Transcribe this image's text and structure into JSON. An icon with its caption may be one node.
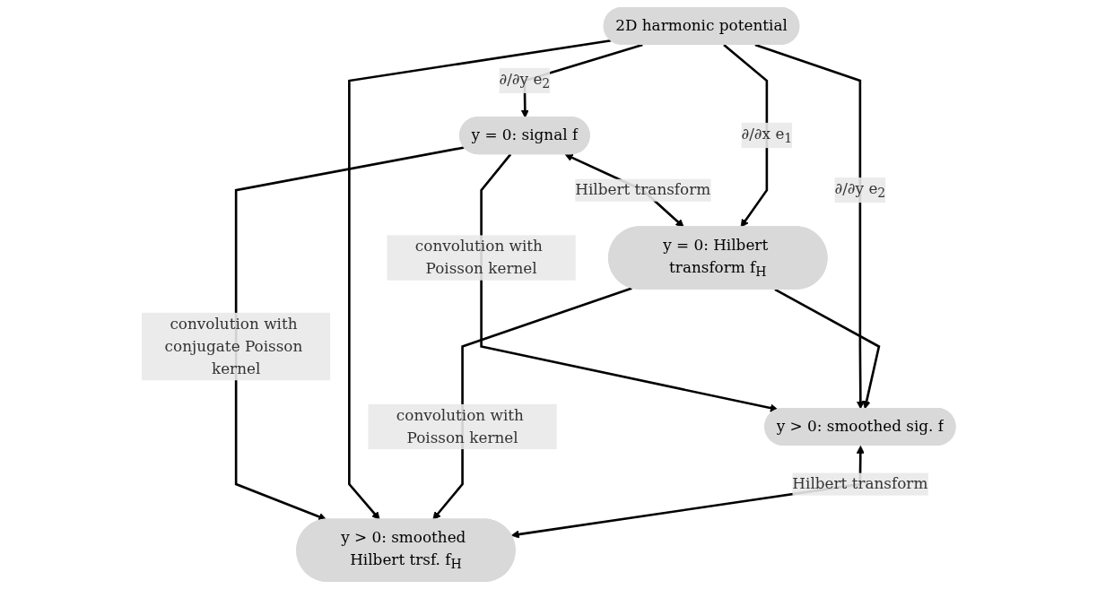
{
  "diagram": {
    "nodes": [
      {
        "text": [
          "y = 0: signal f"
        ]
      },
      {
        "text": [
          "y = 0: Hilbert transform f$_{H}$"
        ]
      },
      {
        "text": [
          "2D harmonic potential"
        ]
      },
      {
        "text": [
          "y > 0: smoothed sig. f"
        ]
      },
      {
        "text": [
          "y > 0: smoothed Hilbert trsf. f$_{H}$"
        ]
      }
    ],
    "edges": [
      {
        "from": 0,
        "to": 1,
        "arrow": "both",
        "label": "Hilbert transform"
      },
      {
        "from": 0,
        "to": 3,
        "arrow": "to",
        "label": "convolution with Poisson kernel"
      },
      {
        "from": 2,
        "to": 0,
        "arrow": "to",
        "label": "∂/∂y e$_{2}$"
      },
      {
        "from": 2,
        "to": 3,
        "arrow": "to",
        "label": "∂/∂y e$_{2}$"
      },
      {
        "from": 0,
        "to": 4,
        "arrow": "to",
        "label": "convolution with conjugate Poisson kernel"
      },
      {
        "from": 1,
        "to": 3,
        "arrow": "to"
      },
      {
        "from": 2,
        "to": 1,
        "arrow": "to",
        "label": "∂/∂x e$_{1}$"
      },
      {
        "from": 2,
        "to": 4,
        "arrow": "to"
      },
      {
        "from": 1,
        "to": 4,
        "arrow": "to",
        "label": "convolution with Poisson kernel"
      },
      {
        "from": 3,
        "to": 4,
        "arrow": "both",
        "label": "Hilbert transform"
      }
    ]
  }
}
